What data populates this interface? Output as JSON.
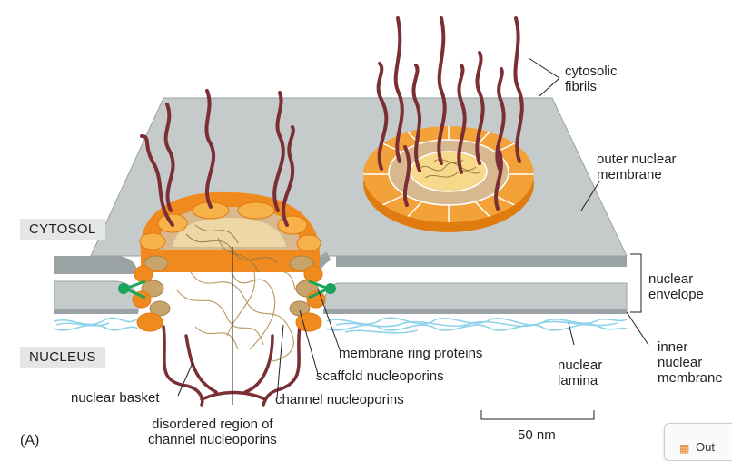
{
  "panel_label": "(A)",
  "regions": {
    "cytosol": "CYTOSOL",
    "nucleus": "NUCLEUS"
  },
  "labels": {
    "cytosolic_fibrils": [
      "cytosolic",
      "fibrils"
    ],
    "outer_nuclear_membrane": [
      "outer nuclear",
      "membrane"
    ],
    "nuclear_envelope": [
      "nuclear",
      "envelope"
    ],
    "inner_nuclear_membrane": [
      "inner",
      "nuclear",
      "membrane"
    ],
    "nuclear_lamina": [
      "nuclear",
      "lamina"
    ],
    "membrane_ring_proteins": "membrane ring proteins",
    "scaffold_nucleoporins": "scaffold nucleoporins",
    "channel_nucleoporins": "channel nucleoporins",
    "nuclear_basket": "nuclear basket",
    "disordered_region": [
      "disordered region of",
      "channel nucleoporins"
    ]
  },
  "scale_bar": "50 nm",
  "outline_button": {
    "label": "Out",
    "icon": "outline-icon"
  },
  "colors": {
    "membrane": "#c5cbcb",
    "membrane_edge": "#9aa2a3",
    "fibril": "#7b2f35",
    "ring_orange": "#f08a1e",
    "ring_light": "#f7b24a",
    "ring_tan": "#d7b88f",
    "lamina": "#8fd3ea",
    "membrane_ring_protein": "#1aa65a"
  }
}
